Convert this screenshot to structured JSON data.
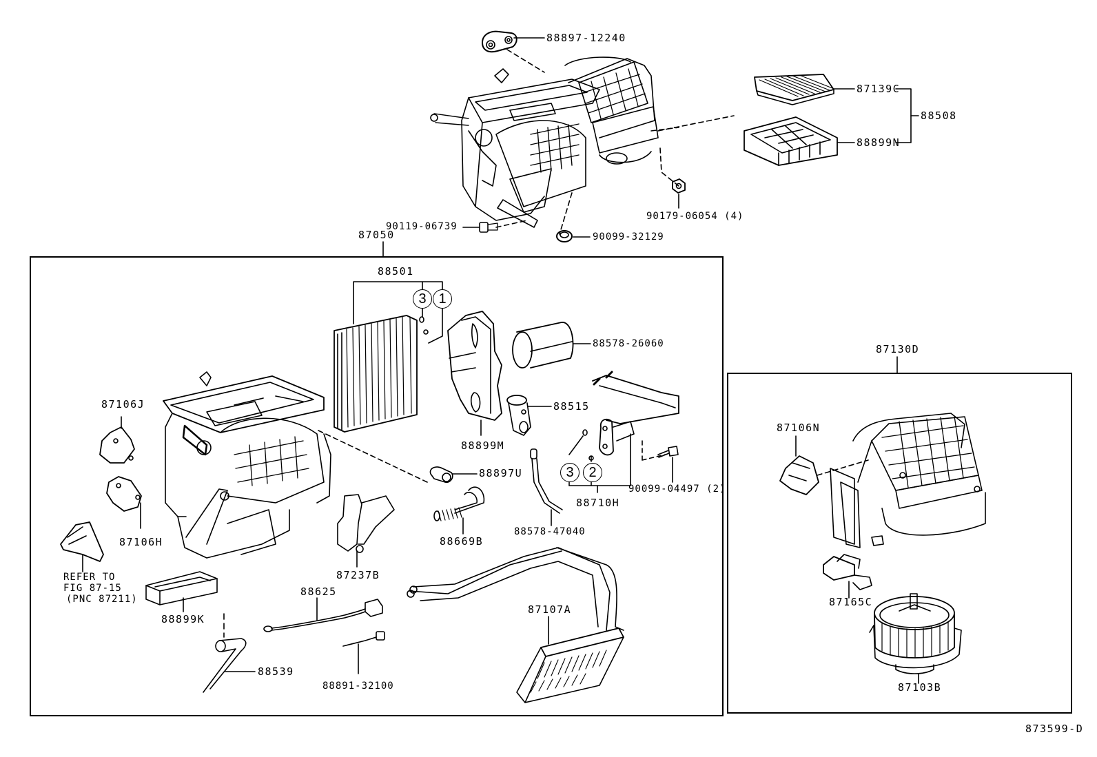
{
  "diagram": {
    "title_code": "873599-D",
    "top_assembly": {
      "labels": {
        "p88897_12240": "88897-12240",
        "p87139C": "87139C",
        "p88899N": "88899N",
        "p88508": "88508",
        "p90179_06054": "90179-06054 (4)",
        "p90119_06739": "90119-06739",
        "p90099_32129": "90099-32129"
      }
    },
    "main_box": {
      "assembly": "87050",
      "labels": {
        "p88501": "88501",
        "p88578_26060": "88578-26060",
        "p88515": "88515",
        "p88899M": "88899M",
        "p87106J": "87106J",
        "p87106H": "87106H",
        "refer_line1": "REFER TO",
        "refer_line2": "FIG 87-15",
        "refer_line3": "(PNC 87211)",
        "p88899K": "88899K",
        "p88897U": "88897U",
        "p88669B": "88669B",
        "p88578_47040": "88578-47040",
        "p88710H": "88710H",
        "p90099_04497": "90099-04497 (2)",
        "p87237B": "87237B",
        "p88625": "88625",
        "p88539": "88539",
        "p88891_32100": "88891-32100",
        "p87107A": "87107A"
      },
      "callouts": {
        "c_3a": "3",
        "c_1": "1",
        "c_3b": "3",
        "c_2": "2"
      }
    },
    "blower_box": {
      "assembly": "87130D",
      "labels": {
        "p87106N": "87106N",
        "p87165C": "87165C",
        "p87103B": "87103B"
      }
    }
  }
}
